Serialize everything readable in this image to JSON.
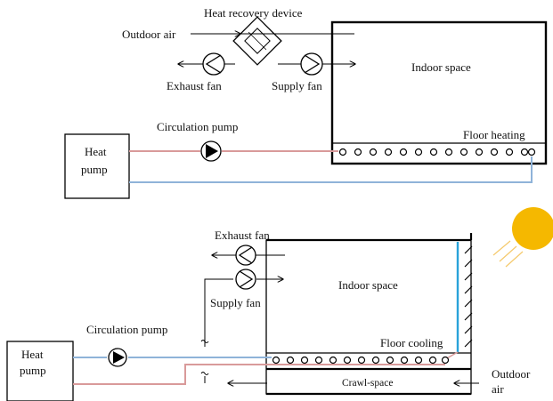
{
  "top": {
    "heat_recovery_label": "Heat recovery device",
    "outdoor_air_label": "Outdoor air",
    "exhaust_fan_label": "Exhaust fan",
    "supply_fan_label": "Supply fan",
    "indoor_space_label": "Indoor space",
    "circulation_pump_label": "Circulation pump",
    "floor_label": "Floor heating",
    "heat_pump_line1": "Heat",
    "heat_pump_line2": "pump"
  },
  "bottom": {
    "exhaust_fan_label": "Exhaust fan",
    "supply_fan_label": "Supply fan",
    "indoor_space_label": "Indoor space",
    "circulation_pump_label": "Circulation pump",
    "floor_label": "Floor cooling",
    "heat_pump_line1": "Heat",
    "heat_pump_line2": "pump",
    "crawl_space_label": "Crawl-space",
    "outdoor_air_line1": "Outdoor",
    "outdoor_air_line2": "air"
  },
  "colors": {
    "warm_pipe": "#d99a9a",
    "cold_pipe": "#8fb3d9",
    "cooling_wall": "#29a3d9",
    "sun": "#f5b800"
  },
  "icons": [
    "fan-icon",
    "pump-icon",
    "heat-exchanger-icon",
    "sun-icon",
    "arrow-icon"
  ]
}
